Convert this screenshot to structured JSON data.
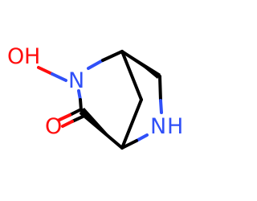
{
  "molecule": {
    "structure_kind": "skeletal formula",
    "atom_labels": {
      "hydroxyl_oxygen": "O",
      "hydroxyl_hydrogen": "H",
      "amide_nitrogen": "N",
      "carbonyl_oxygen": "O",
      "amine_nitrogen": "N",
      "amine_hydrogen": "H"
    },
    "colors": {
      "oxygen": "#ff0d0d",
      "nitrogen": "#3050f8",
      "bond": "#000000"
    }
  }
}
